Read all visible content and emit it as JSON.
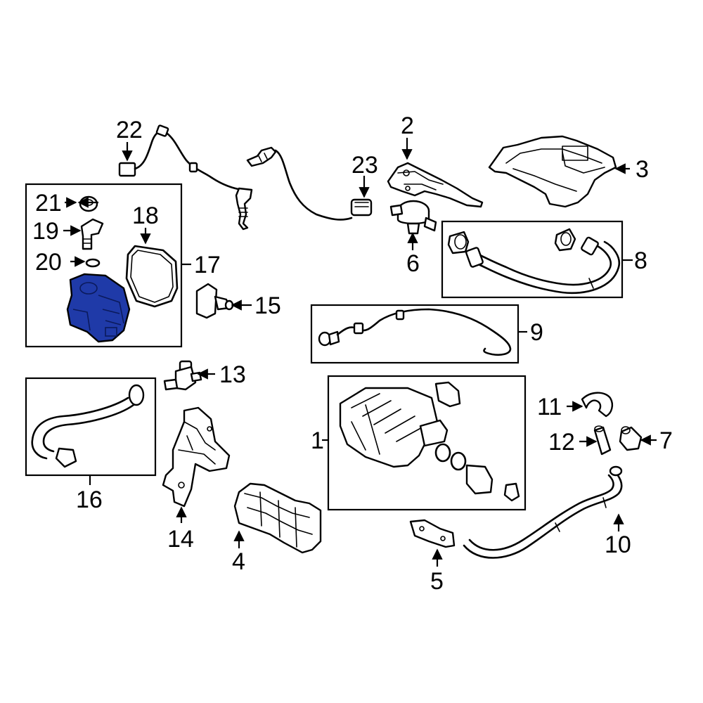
{
  "diagram": {
    "highlight_color": "#1f3aa8",
    "callouts": {
      "c1": "1",
      "c2": "2",
      "c3": "3",
      "c4": "4",
      "c5": "5",
      "c6": "6",
      "c7": "7",
      "c8": "8",
      "c9": "9",
      "c10": "10",
      "c11": "11",
      "c12": "12",
      "c13": "13",
      "c14": "14",
      "c15": "15",
      "c16": "16",
      "c17": "17",
      "c18": "18",
      "c19": "19",
      "c20": "20",
      "c21": "21",
      "c22": "22",
      "c23": "23"
    }
  }
}
